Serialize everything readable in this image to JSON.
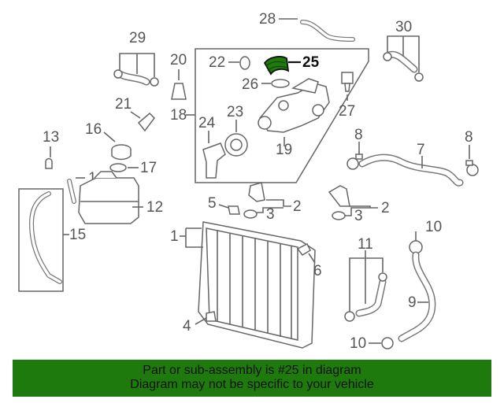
{
  "diagram": {
    "callouts": {
      "c1": "1",
      "c2a": "2",
      "c2b": "2",
      "c3a": "3",
      "c3b": "3",
      "c4": "4",
      "c5": "5",
      "c6": "6",
      "c7": "7",
      "c8a": "8",
      "c8b": "8",
      "c9": "9",
      "c10a": "10",
      "c10b": "10",
      "c11": "11",
      "c12": "12",
      "c13": "13",
      "c14": "14",
      "c15": "15",
      "c16": "16",
      "c17": "17",
      "c18": "18",
      "c19": "19",
      "c20": "20",
      "c21": "21",
      "c22": "22",
      "c23": "23",
      "c24": "24",
      "c25": "25",
      "c26": "26",
      "c27": "27",
      "c28": "28",
      "c29": "29",
      "c30": "30"
    },
    "highlight_color": "#1f7a0d"
  },
  "banner": {
    "line1": "Part or sub-assembly is #25 in diagram",
    "line2": "Diagram may not be specific to your vehicle",
    "background": "#1f7a0d"
  }
}
